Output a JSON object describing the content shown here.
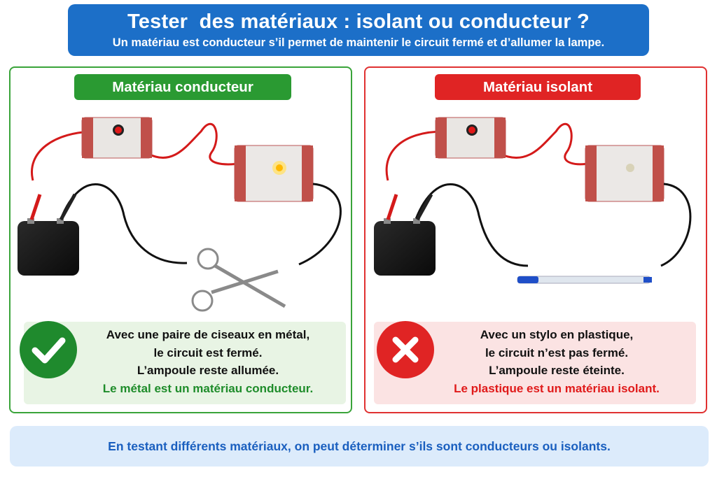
{
  "header": {
    "title": "Tester  des matériaux : isolant ou conducteur ?",
    "subtitle": "Un matériau est conducteur s’il permet de maintenir le circuit fermé et d’allumer la lampe."
  },
  "left": {
    "badge": "Matériau conducteur",
    "icon": "check-icon",
    "lines": [
      "Avec une paire de ciseaux en métal,",
      "le circuit est fermé.",
      "L’ampoule reste allumée."
    ],
    "conclusion": "Le métal est un matériau conducteur.",
    "color": "#2a9a32"
  },
  "right": {
    "badge": "Matériau isolant",
    "icon": "cross-icon",
    "lines": [
      "Avec un stylo en plastique,",
      "le circuit n’est pas fermé.",
      "L’ampoule reste éteinte."
    ],
    "conclusion": "Le plastique est un matériau isolant.",
    "color": "#e02424"
  },
  "footer": "En testant différents matériaux, on peut déterminer s’ils sont conducteurs ou isolants."
}
